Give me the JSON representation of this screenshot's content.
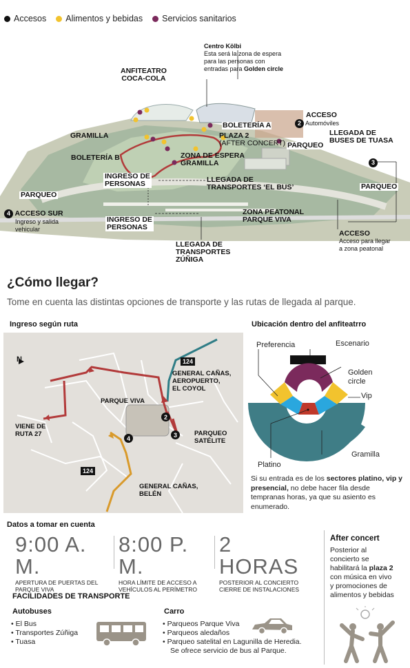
{
  "legend": [
    {
      "label": "Accesos",
      "color": "#111111"
    },
    {
      "label": "Alimentos y bebidas",
      "color": "#f2c32e"
    },
    {
      "label": "Servicios sanitarios",
      "color": "#7b2a5c"
    }
  ],
  "map": {
    "centro_kolbi_title": "Centro Kölbi",
    "centro_kolbi_desc1": "Esta será la zona de espera",
    "centro_kolbi_desc2": "para las personas con",
    "centro_kolbi_desc3": "entradas para ",
    "centro_kolbi_desc3b": "Golden circle",
    "anfiteatro1": "ANFITEATRO",
    "anfiteatro2": "COCA-COLA",
    "gramilla": "GRAMILLA",
    "boleteria_a": "BOLETERÍA A",
    "plaza2": "PLAZA 2",
    "plaza2_sub": "(AFTER CONCERT)",
    "parqueo_right": "PARQUEO",
    "acceso2_title": "ACCESO",
    "acceso2_num": "2",
    "acceso2_sub": "Automóviles",
    "llegada_tuasa1": "LLEGADA DE",
    "llegada_tuasa2": "BUSES DE TUASA",
    "acceso3_num": "3",
    "boleteria_b": "BOLETERÍA B",
    "zona_espera1": "ZONA DE ESPERA",
    "zona_espera2": "GRAMILLA",
    "ingreso_personas_1a": "INGRESO DE",
    "ingreso_personas_1b": "PERSONAS",
    "llegada_bus1": "LLEGADA DE",
    "llegada_bus2": "TRANSPORTES ‘EL BUS’",
    "parqueo_left": "PARQUEO",
    "parqueo_far_right": "PARQUEO",
    "acceso_sur_num": "4",
    "acceso_sur_title": "ACCESO SUR",
    "acceso_sur_sub1": "Ingreso y salida",
    "acceso_sur_sub2": "vehicular",
    "ingreso_personas_2a": "INGRESO DE",
    "ingreso_personas_2b": "PERSONAS",
    "zona_peatonal1": "ZONA PEATONAL",
    "zona_peatonal2": "PARQUE VIVA",
    "acceso_peatonal_title": "ACCESO",
    "acceso_peatonal_sub1": "Acceso para llegar",
    "acceso_peatonal_sub2": "a zona peatonal",
    "llegada_zuniga1": "LLEGADA DE",
    "llegada_zuniga2": "TRANSPORTES",
    "llegada_zuniga3": "ZÚÑIGA"
  },
  "como_llegar": {
    "title": "¿Cómo llegar?",
    "subtitle": "Tome en cuenta las distintas opciones de transporte y las rutas de llegada al parque."
  },
  "route_map": {
    "title": "Ingreso según ruta",
    "north": "N",
    "road124_top": "124",
    "road124_bottom": "124",
    "general_canas_top1": "GENERAL CAÑAS,",
    "general_canas_top2": "AEROPUERTO,",
    "general_canas_top3": "EL COYOL",
    "parque_viva": "PARQUE VIVA",
    "viene_ruta1": "VIENE DE",
    "viene_ruta2": "RUTA 27",
    "parqueo_satelite1": "PARQUEO",
    "parqueo_satelite2": "SATÉLITE",
    "general_canas_bot1": "GENERAL CAÑAS,",
    "general_canas_bot2": "BELÉN",
    "n2": "2",
    "n3": "3",
    "n4": "4"
  },
  "anfiteatro": {
    "title": "Ubicación dentro del anfiteatrro",
    "preferencia": "Preferencia",
    "escenario": "Escenario",
    "golden1": "Golden",
    "golden2": "circle",
    "vip": "Vip",
    "gramilla": "Gramilla",
    "platino": "Platino",
    "note_pre": "Si su entrada es de los ",
    "note_bold": "sectores platino, vip y presencial,",
    "note_post": " no debe hacer fila desde tempranas horas, ya que su asiento es enumerado."
  },
  "datos": {
    "title": "Datos a tomar en cuenta",
    "items": [
      {
        "big": "9:00 A. M.",
        "cap1": "APERTURA DE PUERTAS DEL",
        "cap2": "PARQUE VIVA"
      },
      {
        "big": "8:00 P. M.",
        "cap1": "HORA LÍMITE DE ACCESO A",
        "cap2": "VEHÍCULOS AL PERÍMETRO"
      },
      {
        "big": "2 HORAS",
        "cap1": "POSTERIOR AL CONCIERTO",
        "cap2": "CIERRE DE INSTALACIONES"
      }
    ]
  },
  "after": {
    "title": "After concert",
    "l1": "Posterior al",
    "l2": "concierto se",
    "l3a": "habilitará la ",
    "l3b": "plaza 2",
    "l4": "con música en vivo",
    "l5": "y promociones de",
    "l6": "alimentos y bebidas"
  },
  "facilidades": {
    "title": "FACILIDADES DE TRANSPORTE",
    "autobuses_title": "Autobuses",
    "autobuses": [
      "El Bus",
      "Transportes Zúñiga",
      "Tuasa"
    ],
    "carro_title": "Carro",
    "carro": [
      "Parqueos Parque Viva",
      "Parqueos aledaños",
      "Parqueo satelital en Lagunilla de Heredia."
    ],
    "carro_extra": "Se ofrece servicio de bus al Parque."
  },
  "colors": {
    "red_route": "#b23a3a",
    "teal_route": "#2f7d86",
    "orange_route": "#d99a2b",
    "golden": "#7b2a5c",
    "vip": "#f2c32e",
    "blue": "#2aa7de",
    "platino": "#c0392b",
    "gramilla": "#3f7d86"
  }
}
